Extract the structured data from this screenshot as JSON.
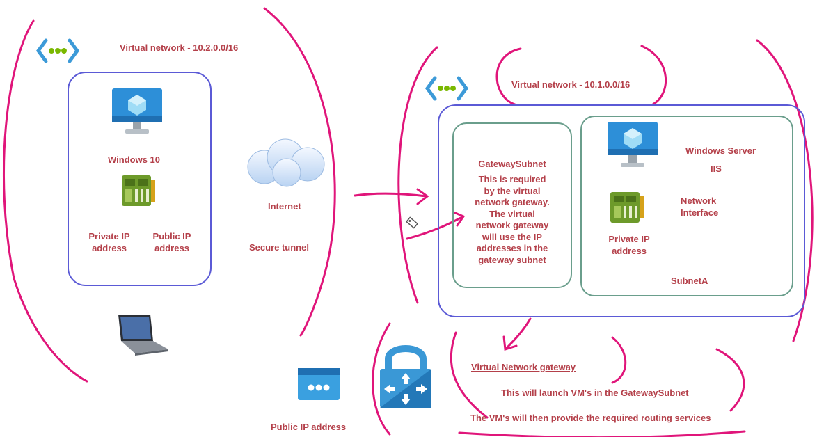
{
  "left_vnet": {
    "title": "Virtual network - 10.2.0.0/16",
    "vm_name": "Windows 10",
    "private_ip": "Private IP\naddress",
    "public_ip": "Public IP\naddress"
  },
  "middle": {
    "internet": "Internet",
    "secure_tunnel": "Secure tunnel"
  },
  "right_vnet": {
    "title": "Virtual network - 10.1.0.0/16",
    "gateway_subnet": {
      "title": "GatewaySubnet",
      "description": "This is required\nby the virtual\nnetwork gateway.\nThe virtual\nnetwork gateway\nwill use the IP\naddresses in the\ngateway subnet"
    },
    "subnet_a": {
      "server": "Windows Server",
      "iis": "IIS",
      "nic": "Network\nInterface",
      "private_ip": "Private IP\naddress",
      "name": "SubnetA"
    }
  },
  "bottom": {
    "public_ip_label": "Public IP address",
    "vng_title": "Virtual Network gateway",
    "vng_line1": "This will launch VM's in the GatewaySubnet",
    "vng_line2": "The VM's will then provide the required routing services"
  },
  "icons": {
    "vnet": "vnet-icon",
    "monitor": "monitor-icon",
    "nic": "nic-icon",
    "cloud": "cloud-icon",
    "laptop": "laptop-icon",
    "public_ip": "public-ip-icon",
    "gateway": "gateway-lock-icon",
    "tag": "tag-icon"
  },
  "colors": {
    "annotation": "#e0157a",
    "vnet_border": "#5b5ad6",
    "subnet_border": "#6a9e8c",
    "label_text": "#b4404a",
    "azure_blue": "#2d8fd8"
  }
}
